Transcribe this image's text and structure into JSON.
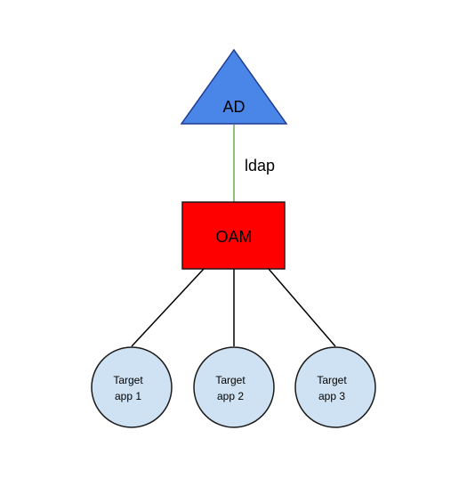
{
  "diagram": {
    "ad": {
      "label": "AD",
      "fill": "#4a86e8",
      "stroke": "#1f3a93"
    },
    "connection": {
      "label": "ldap",
      "stroke": "#6aa84f"
    },
    "oam": {
      "label": "OAM",
      "fill": "#ff0000",
      "stroke": "#1a1a1a"
    },
    "targets": [
      {
        "line1": "Target",
        "line2": "app 1"
      },
      {
        "line1": "Target",
        "line2": "app 2"
      },
      {
        "line1": "Target",
        "line2": "app 3"
      }
    ],
    "target_fill": "#cfe2f3",
    "target_stroke": "#1a1a1a"
  }
}
